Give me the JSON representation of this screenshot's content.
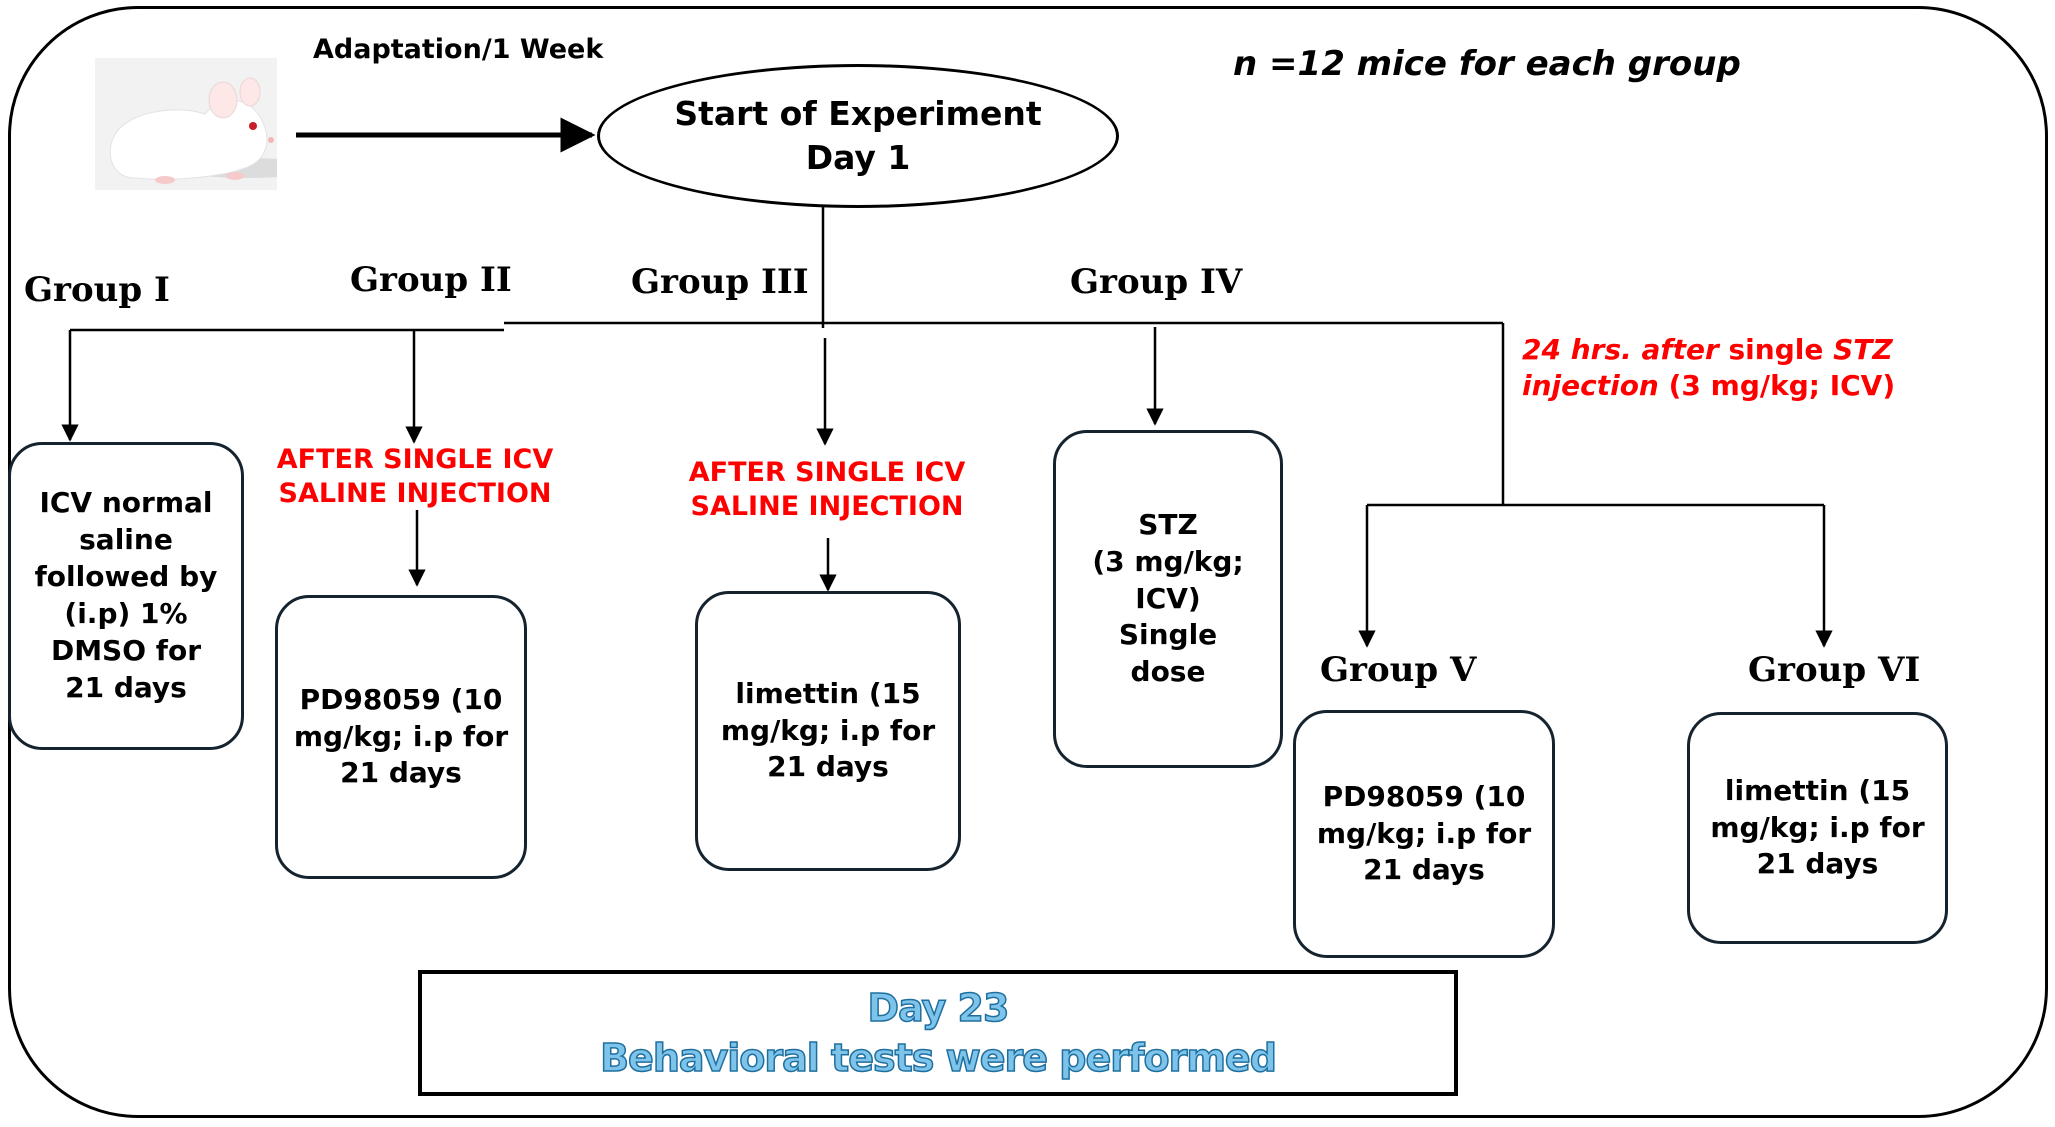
{
  "header": {
    "adaptation": "Adaptation/1 Week",
    "group_size": "n =12  mice for each group"
  },
  "start_node": {
    "title": "Start of Experiment",
    "day": "Day 1"
  },
  "groups": [
    {
      "label": "Group I",
      "treatment": "ICV normal\nsaline\nfollowed by\n(i.p) 1%\nDMSO for\n21 days"
    },
    {
      "label": "Group II",
      "note": "AFTER SINGLE ICV\nSALINE INJECTION",
      "treatment": "PD98059 (10\nmg/kg; i.p for\n21 days"
    },
    {
      "label": "Group  III",
      "note": "AFTER SINGLE ICV\nSALINE INJECTION",
      "treatment": "limettin (15\nmg/kg; i.p for\n21 days"
    },
    {
      "label": "Group IV",
      "treatment": "STZ\n(3 mg/kg;\nICV)\nSingle\ndose"
    },
    {
      "label": "Group V",
      "treatment": "PD98059 (10\nmg/kg; i.p for\n21 days"
    },
    {
      "label": "Group VI",
      "treatment": "limettin (15\nmg/kg; i.p for\n21 days"
    }
  ],
  "stz_note": {
    "part1": "24 hrs. after ",
    "part2": "single ",
    "part3": "STZ",
    "part4": "injection",
    "part5": " (3 mg/kg; ICV)"
  },
  "final": {
    "day": "Day 23",
    "text": "Behavioral tests were performed"
  },
  "icons": {
    "mouse": "white-mouse-photo"
  }
}
